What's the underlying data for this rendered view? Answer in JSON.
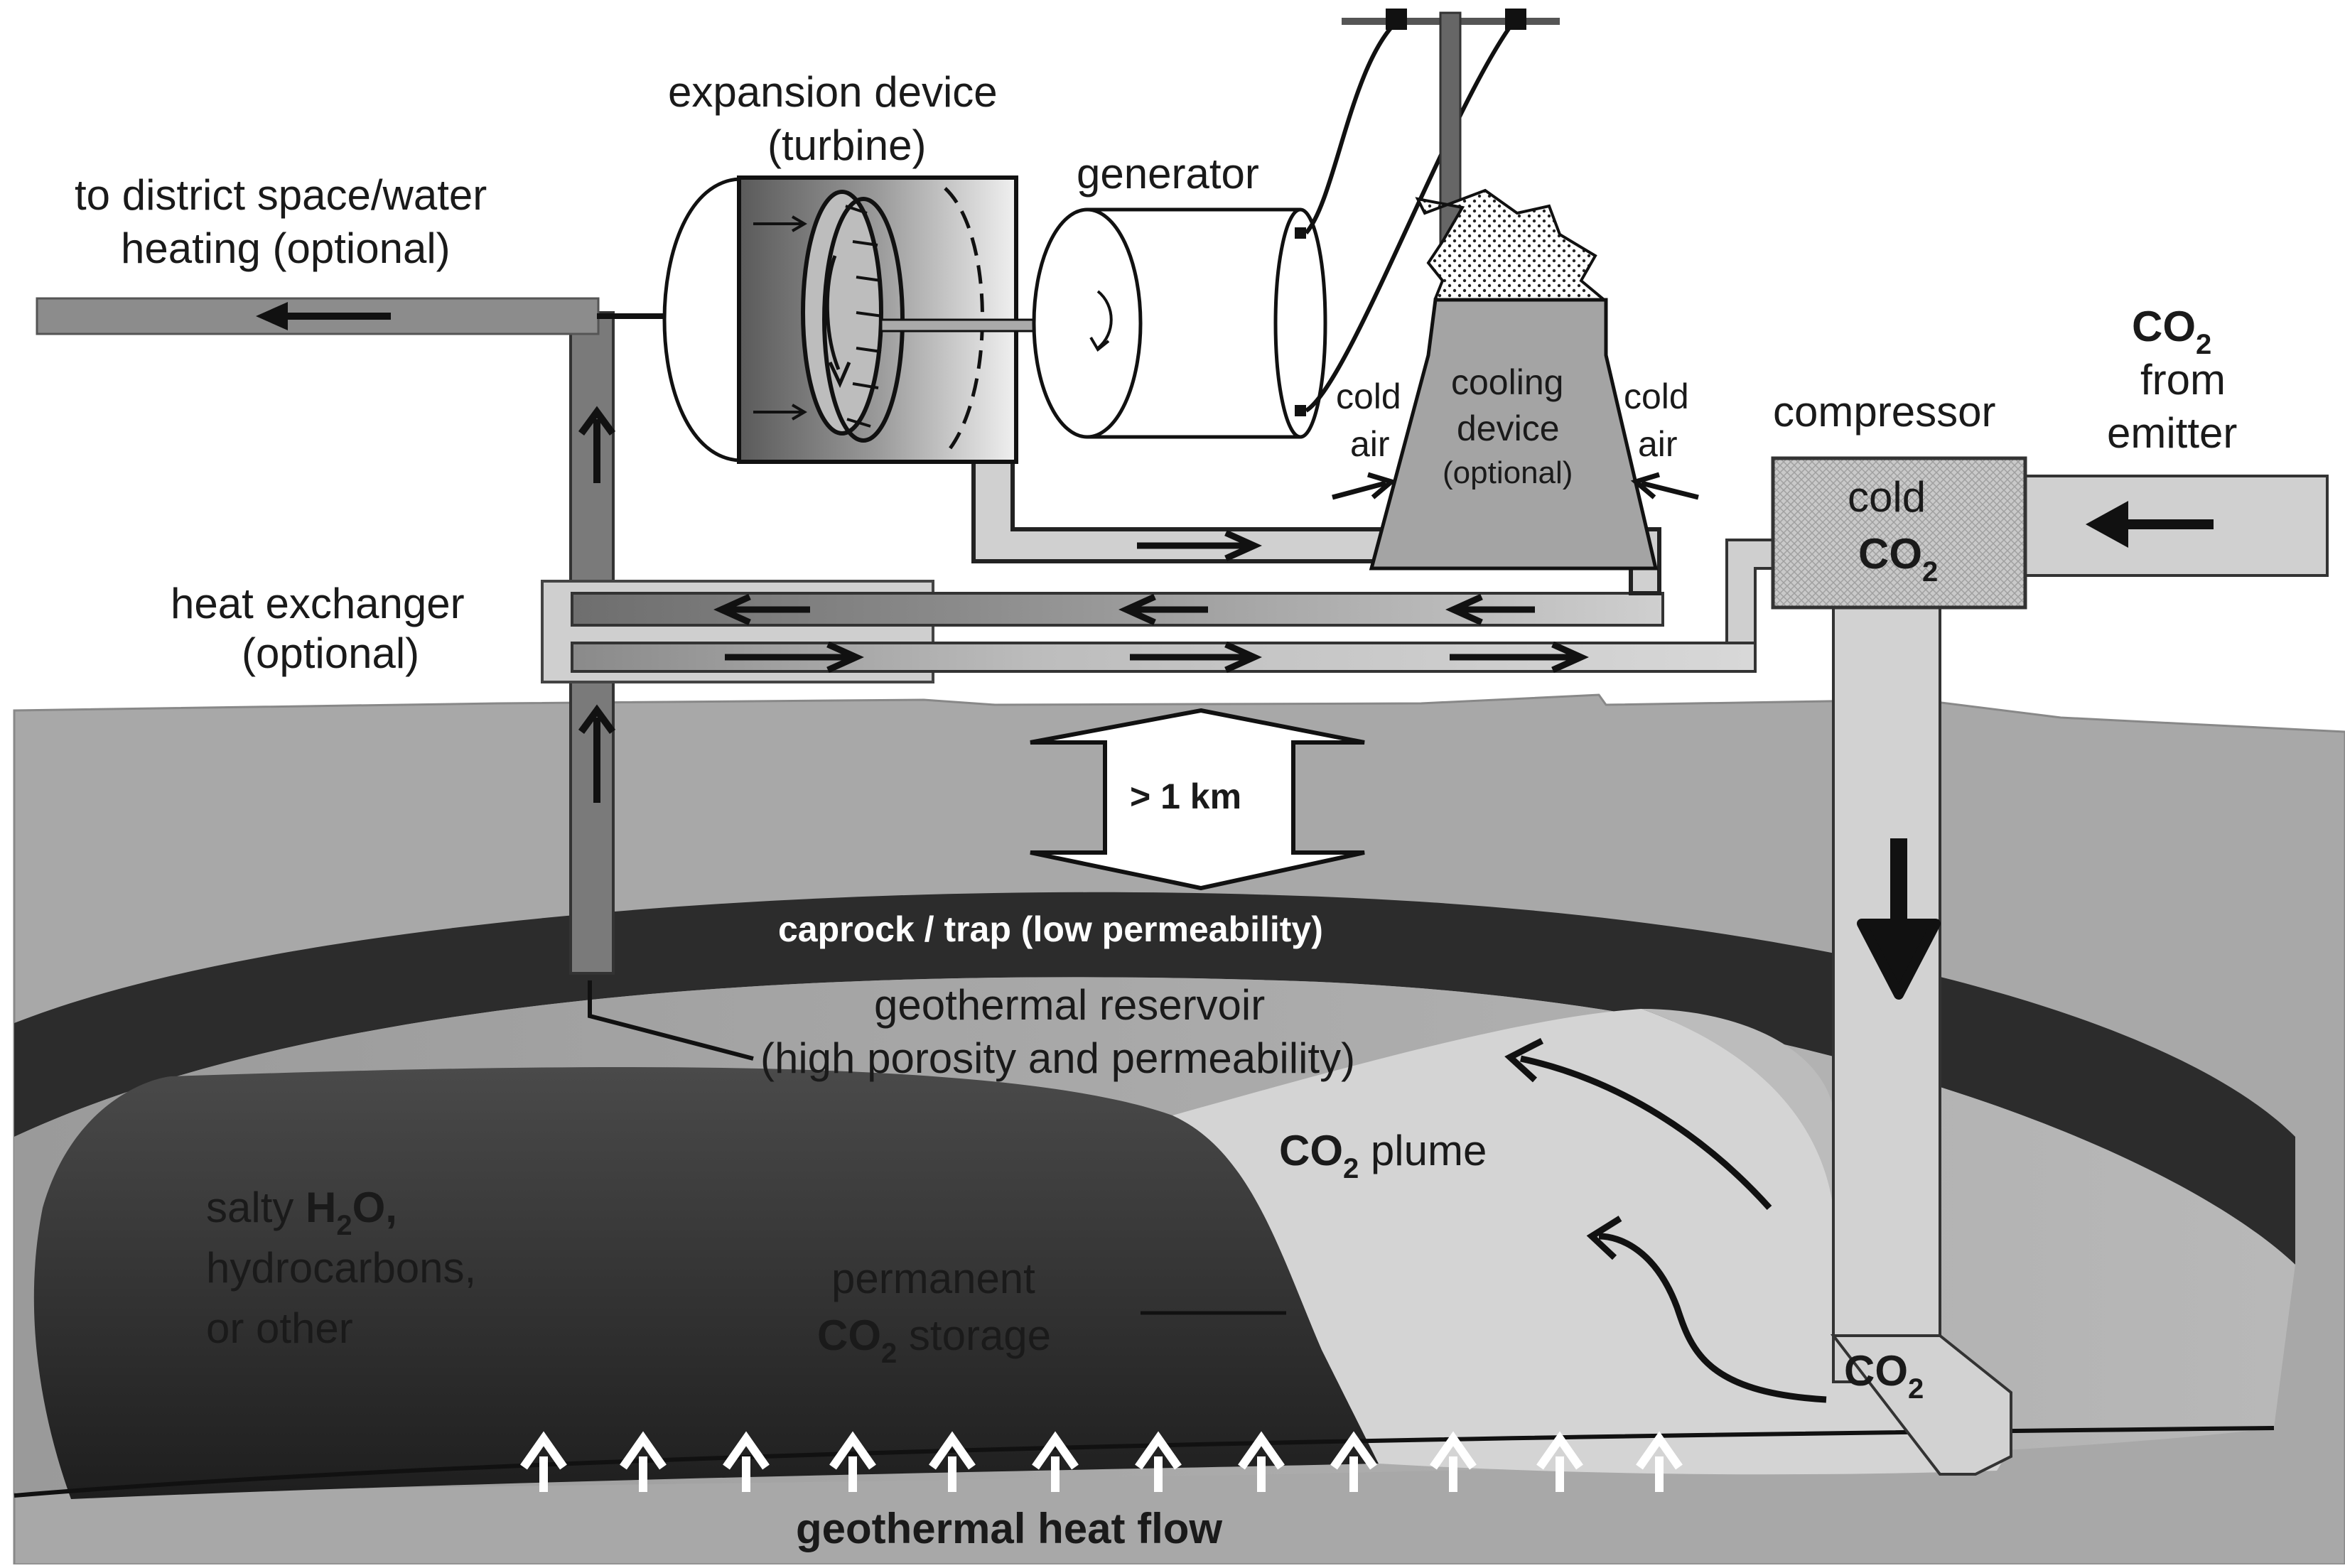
{
  "labels": {
    "district_1": "to district space/water",
    "district_2": "heating (optional)",
    "expansion_1": "expansion device",
    "expansion_2": "(turbine)",
    "generator": "generator",
    "cold_air_left_1": "cold",
    "cold_air_left_2": "air",
    "cold_air_right_1": "cold",
    "cold_air_right_2": "air",
    "cooling_1": "cooling",
    "cooling_2": "device",
    "cooling_3": "(optional)",
    "compressor": "compressor",
    "cold_co2_1": "cold",
    "cold_co2_2": "CO",
    "cold_co2_sub": "2",
    "emitter_co2": "CO",
    "emitter_co2_sub": "2",
    "emitter_1": "from",
    "emitter_2": "emitter",
    "heat_exchanger_1": "heat exchanger",
    "heat_exchanger_2": "(optional)",
    "depth": "> 1 km",
    "caprock": "caprock / trap (low permeability)",
    "reservoir_1": "geothermal reservoir",
    "reservoir_2": "(high porosity and permeability)",
    "plume_co2": "CO",
    "plume_sub": "2",
    "plume_word": " plume",
    "salty_word": "salty ",
    "salty_h": "H",
    "salty_sub": "2",
    "salty_o": "O,",
    "hydrocarbons": "hydrocarbons,",
    "other": "or other",
    "permanent": "permanent",
    "storage_co2": "CO",
    "storage_sub": "2",
    "storage_word": " storage",
    "well_co2": "CO",
    "well_sub": "2",
    "heat_flow": "geothermal heat flow"
  },
  "colors": {
    "ground": "#a8a8a8",
    "caprock": "#2c2c2c",
    "plume": "#d2d2d2",
    "hot_pipe": "#777777",
    "cold_pipe": "#cfcfcf",
    "cooling_tower": "#a4a4a4"
  }
}
